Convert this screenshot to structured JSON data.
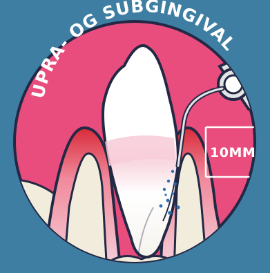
{
  "arc_label": "SUPRA- OG SUBGINGIVALT",
  "measurement_label": "10MM",
  "colors": {
    "background": "#3f7ea3",
    "disc": "#e84d7d",
    "outline": "#232844",
    "gum_red": "#d92b3a",
    "gum_pink": "#f4bfcf",
    "tooth": "#ffffff",
    "bone": "#f1ecdc",
    "dots": "#2d6db1",
    "instrument": "#e3e4e5"
  },
  "icons": [
    "tooth-illustration",
    "ultrasonic-scaler-icon",
    "measurement-scale"
  ]
}
